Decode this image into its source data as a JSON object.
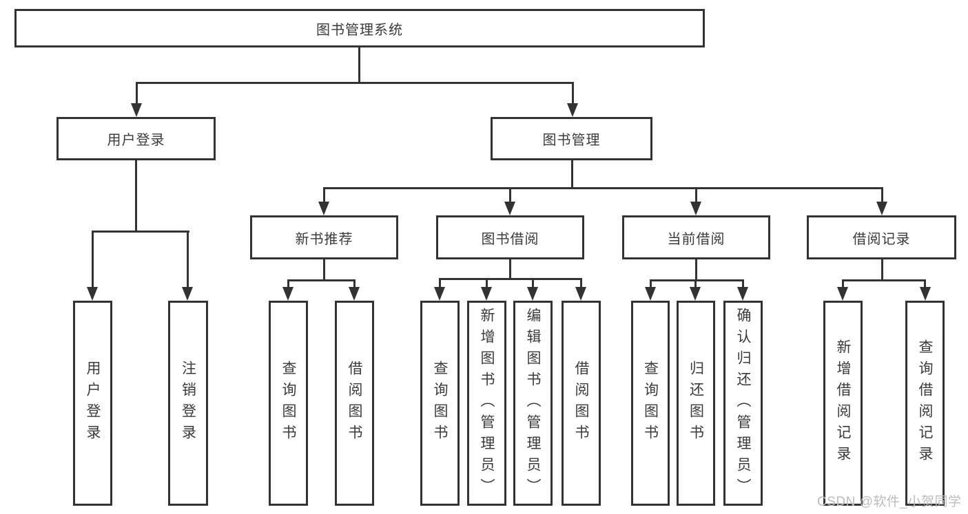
{
  "diagram": {
    "title_node": {
      "label": "图书管理系统"
    },
    "level1": [
      {
        "label": "用户登录"
      },
      {
        "label": "图书管理"
      }
    ],
    "level2": [
      {
        "label": "新书推荐"
      },
      {
        "label": "图书借阅"
      },
      {
        "label": "当前借阅"
      },
      {
        "label": "借阅记录"
      }
    ],
    "leaves": [
      {
        "label": "用户登录"
      },
      {
        "label": "注销登录"
      },
      {
        "label": "查询图书"
      },
      {
        "label": "借阅图书"
      },
      {
        "label": "查询图书"
      },
      {
        "label": "新增图书（管理员）"
      },
      {
        "label": "编辑图书（管理员）"
      },
      {
        "label": "借阅图书"
      },
      {
        "label": "查询图书"
      },
      {
        "label": "归还图书"
      },
      {
        "label": "确认归还（管理员）"
      },
      {
        "label": "新增借阅记录"
      },
      {
        "label": "查询借阅记录"
      }
    ]
  },
  "watermark": {
    "text": "CSDN @软件_小贺同学"
  },
  "colors": {
    "line": "#333333",
    "box_border": "#333333",
    "text": "#3a3a3a",
    "watermark": "#bcbcbc",
    "background": "#ffffff"
  }
}
